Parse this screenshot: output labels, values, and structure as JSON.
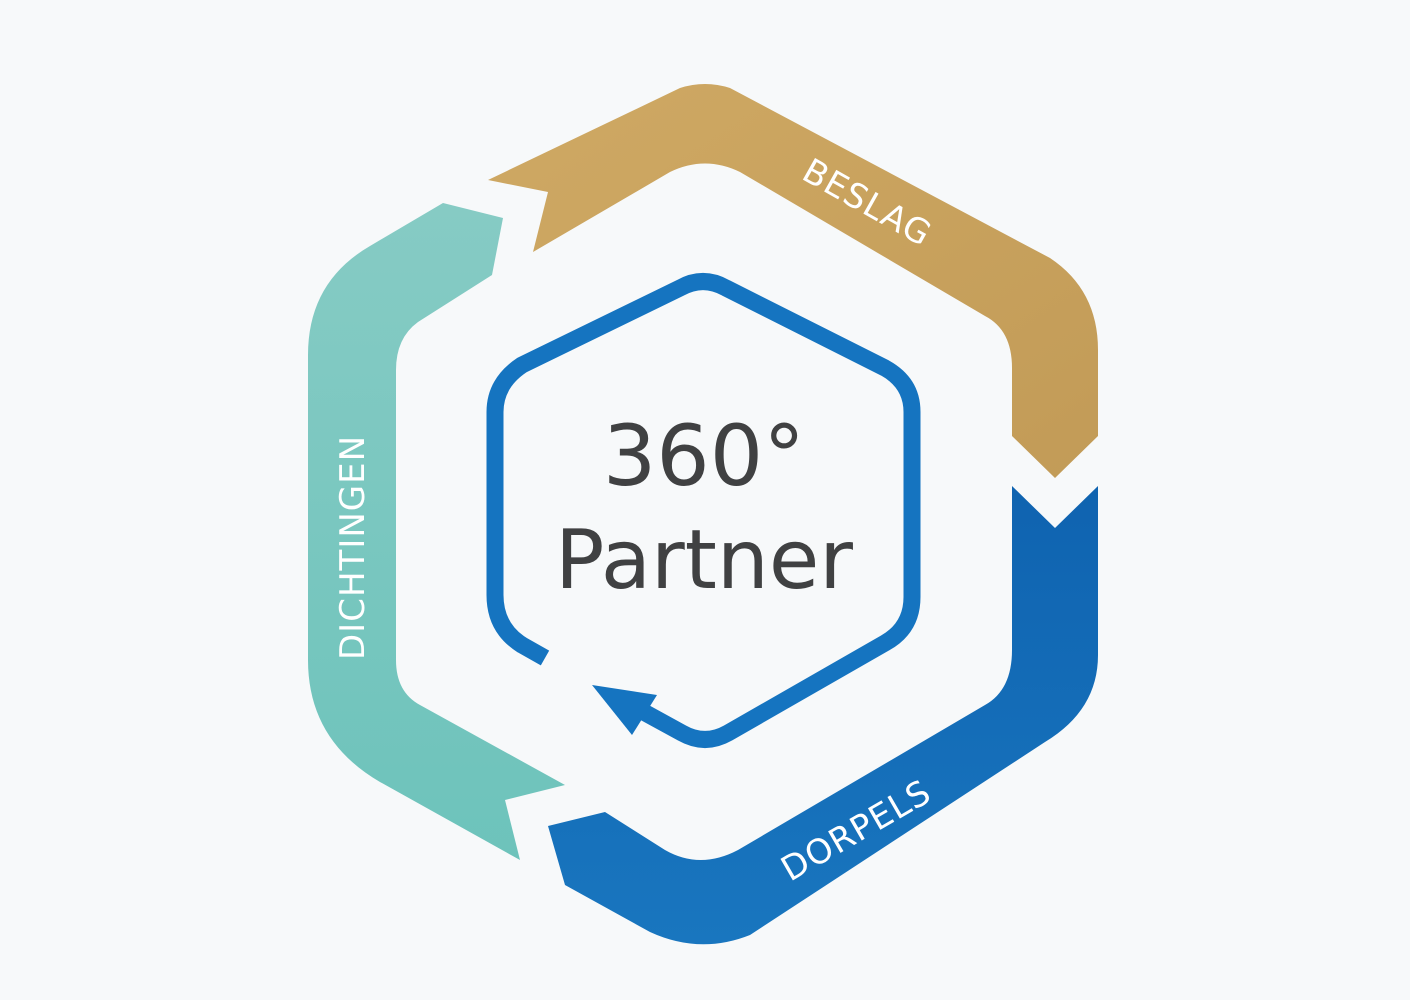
{
  "center": {
    "line1": "360°",
    "line2": "Partner"
  },
  "segments": [
    {
      "key": "beslag",
      "label": "BESLAG",
      "color": "#c9a35b"
    },
    {
      "key": "dorpels",
      "label": "DORPELS",
      "color": "#1268b3"
    },
    {
      "key": "dichtingen",
      "label": "DICHTINGEN",
      "color": "#78c7bf"
    }
  ],
  "colors": {
    "inner_ring": "#1574c0",
    "background": "#f7f9fa",
    "center_text": "#404142"
  }
}
